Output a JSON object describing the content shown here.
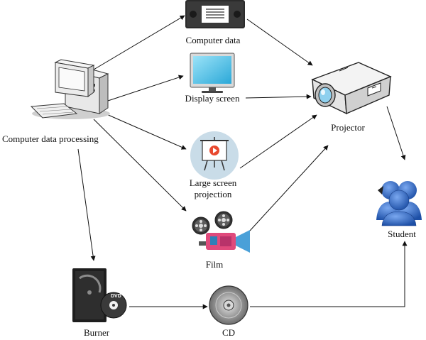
{
  "nodes": {
    "computer": {
      "label": "Computer data processing",
      "icon": "desktop-computer-icon"
    },
    "vhs": {
      "label": "Computer data",
      "icon": "vhs-cassette-icon"
    },
    "display": {
      "label": "Display screen",
      "icon": "monitor-icon"
    },
    "projection": {
      "label_line1": "Large screen",
      "label_line2": "projection",
      "icon": "presentation-board-icon"
    },
    "film": {
      "label": "Film",
      "icon": "film-camera-icon"
    },
    "projector": {
      "label": "Projector",
      "icon": "projector-icon"
    },
    "student": {
      "label": "Student",
      "icon": "user-group-icon"
    },
    "burner": {
      "label": "Burner",
      "icon": "dvd-burner-icon",
      "disc_text": "DVD"
    },
    "cd": {
      "label": "CD",
      "icon": "cd-disc-icon"
    }
  },
  "colors": {
    "arrow": "#111111",
    "screen": "#5cc8ec",
    "people": "#2c5fb8",
    "film_camera": "#e04a7c",
    "projection_circle": "#c9dce8",
    "play": "#e8492f"
  }
}
